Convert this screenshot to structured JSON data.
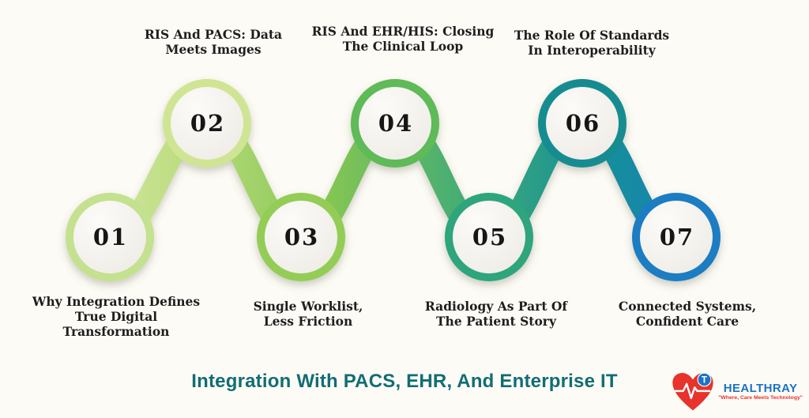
{
  "background": "#fdfbf5",
  "title": "Integration With PACS, EHR, And Enterprise IT",
  "title_color": "#116d75",
  "steps": [
    {
      "number": "01",
      "label": "Why Integration Defines\nTrue Digital\nTransformation",
      "color": "#c4e18f",
      "position": "bottom"
    },
    {
      "number": "02",
      "label": "RIS And PACS: Data\nMeets Images",
      "color": "#cfe594",
      "position": "top"
    },
    {
      "number": "03",
      "label": "Single Worklist,\nLess Friction",
      "color": "#93cd55",
      "position": "bottom"
    },
    {
      "number": "04",
      "label": "RIS And EHR/HIS: Closing\nThe Clinical Loop",
      "color": "#5eba58",
      "position": "top"
    },
    {
      "number": "05",
      "label": "Radiology As Part Of\nThe Patient Story",
      "color": "#2fa57b",
      "position": "bottom"
    },
    {
      "number": "06",
      "label": "The Role Of Standards\nIn Interoperability",
      "color": "#128c91",
      "position": "top"
    },
    {
      "number": "07",
      "label": "Connected Systems,\nConfident Care",
      "color": "#1e7dc2",
      "position": "bottom"
    }
  ],
  "wave_gradient": [
    "#dcebae",
    "#b9db7b",
    "#84c653",
    "#45ad73",
    "#149097",
    "#1e7dc2"
  ],
  "logo": {
    "name": "HEALTHRAY",
    "tagline": "\"Where, Care Meets Technology\"",
    "t_mark": "T",
    "heart_color": "#e8322c",
    "name_color": "#1a73c6",
    "tagline_color": "#e8322c"
  }
}
